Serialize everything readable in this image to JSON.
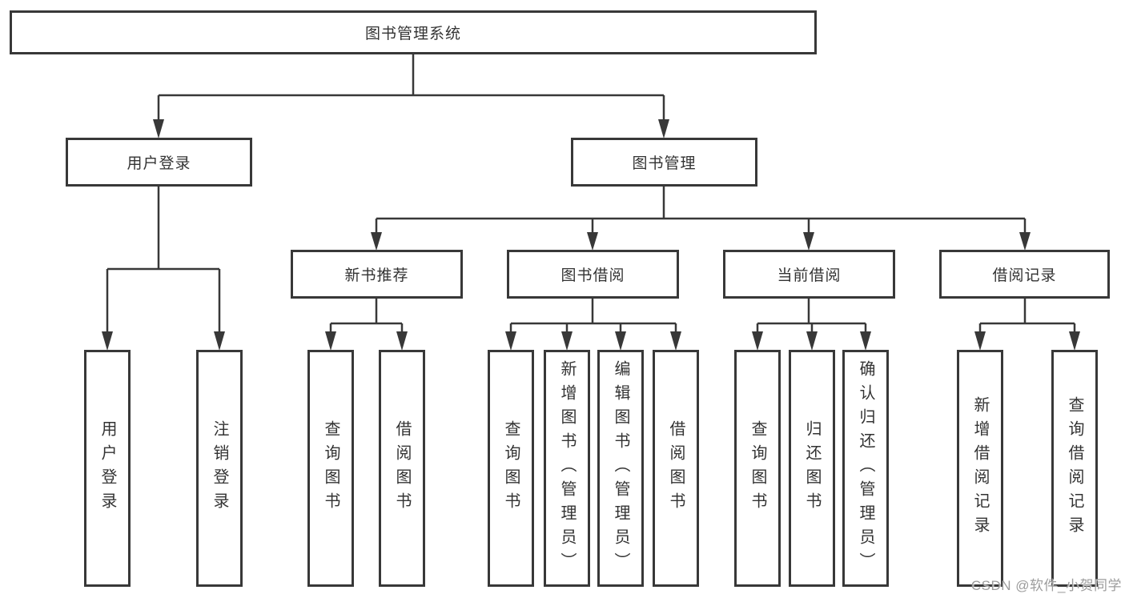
{
  "diagram_title": "图书管理系统",
  "nodes": {
    "root": "图书管理系统",
    "l2": [
      {
        "label": "用户登录"
      },
      {
        "label": "图书管理"
      }
    ],
    "l3": [
      {
        "label": "新书推荐"
      },
      {
        "label": "图书借阅"
      },
      {
        "label": "当前借阅"
      },
      {
        "label": "借阅记录"
      }
    ],
    "leaves": {
      "user_login": "用户登录",
      "logout": "注销登录",
      "rec_query_book": "查询图书",
      "rec_borrow_book": "借阅图书",
      "bor_query_book": "查询图书",
      "bor_add_book": "新增图书（管理员）",
      "bor_edit_book": "编辑图书（管理员）",
      "bor_borrow_book": "借阅图书",
      "cur_query_book": "查询图书",
      "cur_return_book": "归还图书",
      "cur_confirm_return": "确认归还（管理员）",
      "hist_add_record": "新增借阅记录",
      "hist_query_record": "查询借阅记录"
    }
  },
  "watermark": "CSDN @软件_小贺同学",
  "colors": {
    "line": "#383838",
    "text": "#333333",
    "watermark": "#9c9c9c",
    "background": "#ffffff"
  }
}
